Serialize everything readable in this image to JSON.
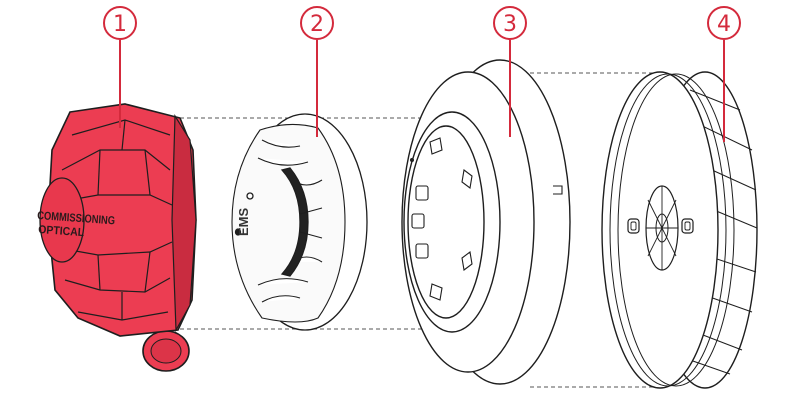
{
  "colors": {
    "accent": "#d42a3c",
    "cap_fill": "#ec3d52",
    "cap_shadow": "#c92c40",
    "outline": "#1e1e1e"
  },
  "cap": {
    "line1": "COMMISSIONING",
    "line2": "OPTICAL"
  },
  "detector": {
    "brand": "EMS"
  },
  "callouts": [
    {
      "num": "1"
    },
    {
      "num": "2"
    },
    {
      "num": "3"
    },
    {
      "num": "4"
    }
  ]
}
